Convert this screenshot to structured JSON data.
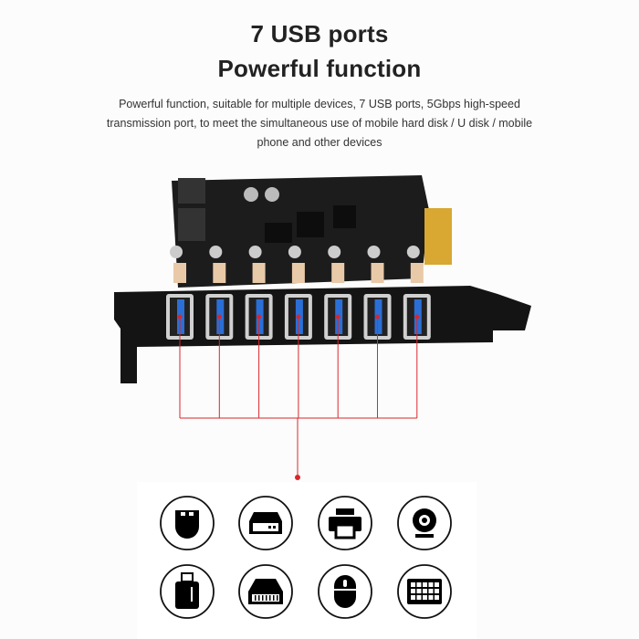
{
  "heading": {
    "highlight": "7 USB",
    "rest": " ports",
    "line2": "Powerful function"
  },
  "description": "Powerful function, suitable for multiple devices, 7 USB ports, 5Gbps high-speed transmission port, to meet the simultaneous use of mobile hard disk / U disk / mobile phone and other devices",
  "port_count": 7,
  "colors": {
    "accent": "#29b6e8",
    "line": "#d9262c",
    "port": "#2b6fd6"
  },
  "devices": [
    "usb-plug-icon",
    "hard-drive-icon",
    "printer-icon",
    "webcam-icon",
    "usb-flash-drive-icon",
    "network-device-icon",
    "mouse-icon",
    "keyboard-icon"
  ]
}
